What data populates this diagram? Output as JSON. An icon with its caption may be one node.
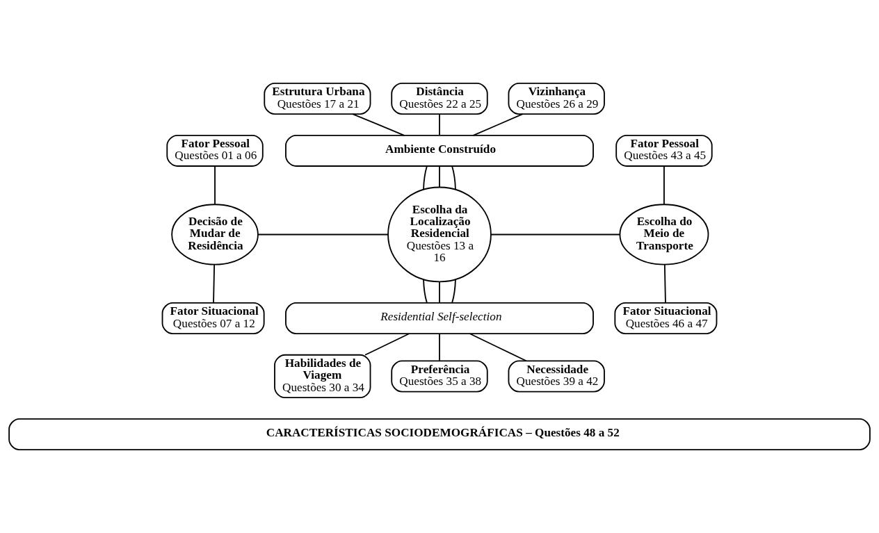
{
  "diagram": {
    "nodes": [
      {
        "text": [
          "Estrutura Urbana",
          "Questões 17 a 21"
        ]
      },
      {
        "text": [
          "Distância",
          "Questões 22 a 25"
        ]
      },
      {
        "text": [
          "Vizinhança",
          "Questões 26 a 29"
        ]
      },
      {
        "text": [
          "Fator Pessoal",
          "Questões 01 a 06"
        ]
      },
      {
        "text": [
          "Ambiente Construído"
        ]
      },
      {
        "text": [
          "Fator Pessoal",
          "Questões 43 a 45"
        ]
      },
      {
        "text": [
          "Decisão de Mudar de Residência"
        ]
      },
      {
        "text": [
          "Escolha da Localização Residencial",
          "Questões 13 a 16"
        ]
      },
      {
        "text": [
          "Escolha do Meio de Transporte"
        ]
      },
      {
        "text": [
          "Fator Situacional",
          "Questões 07 a 12"
        ]
      },
      {
        "text": [
          "Residential Self-selection"
        ]
      },
      {
        "text": [
          "Fator Situacional",
          "Questões 46 a 47"
        ]
      },
      {
        "text": [
          "Habilidades de Viagem",
          "Questões 30 a 34"
        ]
      },
      {
        "text": [
          "Preferência",
          "Questões 35 a 38"
        ]
      },
      {
        "text": [
          "Necessidade",
          "Questões 39 a 42"
        ]
      },
      {
        "text": [
          "CARACTERÍSTICAS SOCIODEMOGRÁFICAS – Questões 48 a 52"
        ]
      }
    ],
    "edges": [
      {
        "from": 0,
        "to": 4,
        "arrow": "none"
      },
      {
        "from": 1,
        "to": 4,
        "arrow": "none"
      },
      {
        "from": 2,
        "to": 4,
        "arrow": "none"
      },
      {
        "from": 4,
        "to": 7,
        "arrow": "none"
      },
      {
        "from": 4,
        "to": 7,
        "arrow": "none"
      },
      {
        "from": 4,
        "to": 7,
        "arrow": "none"
      },
      {
        "from": 3,
        "to": 6,
        "arrow": "none"
      },
      {
        "from": 5,
        "to": 8,
        "arrow": "none"
      },
      {
        "from": 6,
        "to": 7,
        "arrow": "none"
      },
      {
        "from": 7,
        "to": 8,
        "arrow": "none"
      },
      {
        "from": 6,
        "to": 9,
        "arrow": "none"
      },
      {
        "from": 8,
        "to": 11,
        "arrow": "none"
      },
      {
        "from": 7,
        "to": 10,
        "arrow": "none"
      },
      {
        "from": 7,
        "to": 10,
        "arrow": "none"
      },
      {
        "from": 7,
        "to": 10,
        "arrow": "none"
      },
      {
        "from": 10,
        "to": 12,
        "arrow": "none"
      },
      {
        "from": 10,
        "to": 13,
        "arrow": "none"
      },
      {
        "from": 10,
        "to": 14,
        "arrow": "none"
      }
    ]
  }
}
